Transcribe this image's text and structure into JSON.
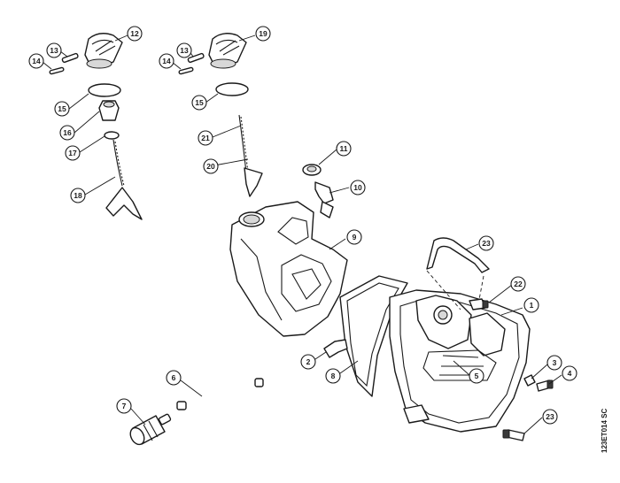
{
  "callouts": [
    "1",
    "2",
    "3",
    "4",
    "5",
    "6",
    "7",
    "8",
    "9",
    "10",
    "11",
    "12",
    "13",
    "14",
    "15",
    "16",
    "17",
    "18",
    "19",
    "20",
    "21",
    "22",
    "23",
    "23"
  ],
  "drawing_code": "123ET014 SC",
  "colors": {
    "line": "#1a1a1a",
    "background": "#ffffff",
    "shade": "#d8d8d8"
  }
}
